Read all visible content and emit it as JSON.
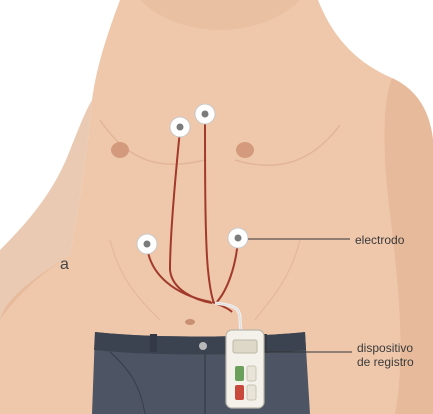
{
  "labels": {
    "electrode": "electrodo",
    "device_line1": "dispositivo",
    "device_line2": "de registro",
    "fragment": "a"
  },
  "colors": {
    "skin": "#efc8ac",
    "skin_shadow": "#d9a98a",
    "nipple": "#d49a7e",
    "wire": "#a23a2c",
    "pants": "#4d5564",
    "pants_dark": "#3c4350",
    "device": "#f3f1ea",
    "device_button_red": "#c8493c",
    "device_button_green": "#6aa05c",
    "leader_line": "#333333"
  },
  "icons": {
    "electrode": "electrode-pad-icon",
    "device": "holter-recorder-icon"
  }
}
